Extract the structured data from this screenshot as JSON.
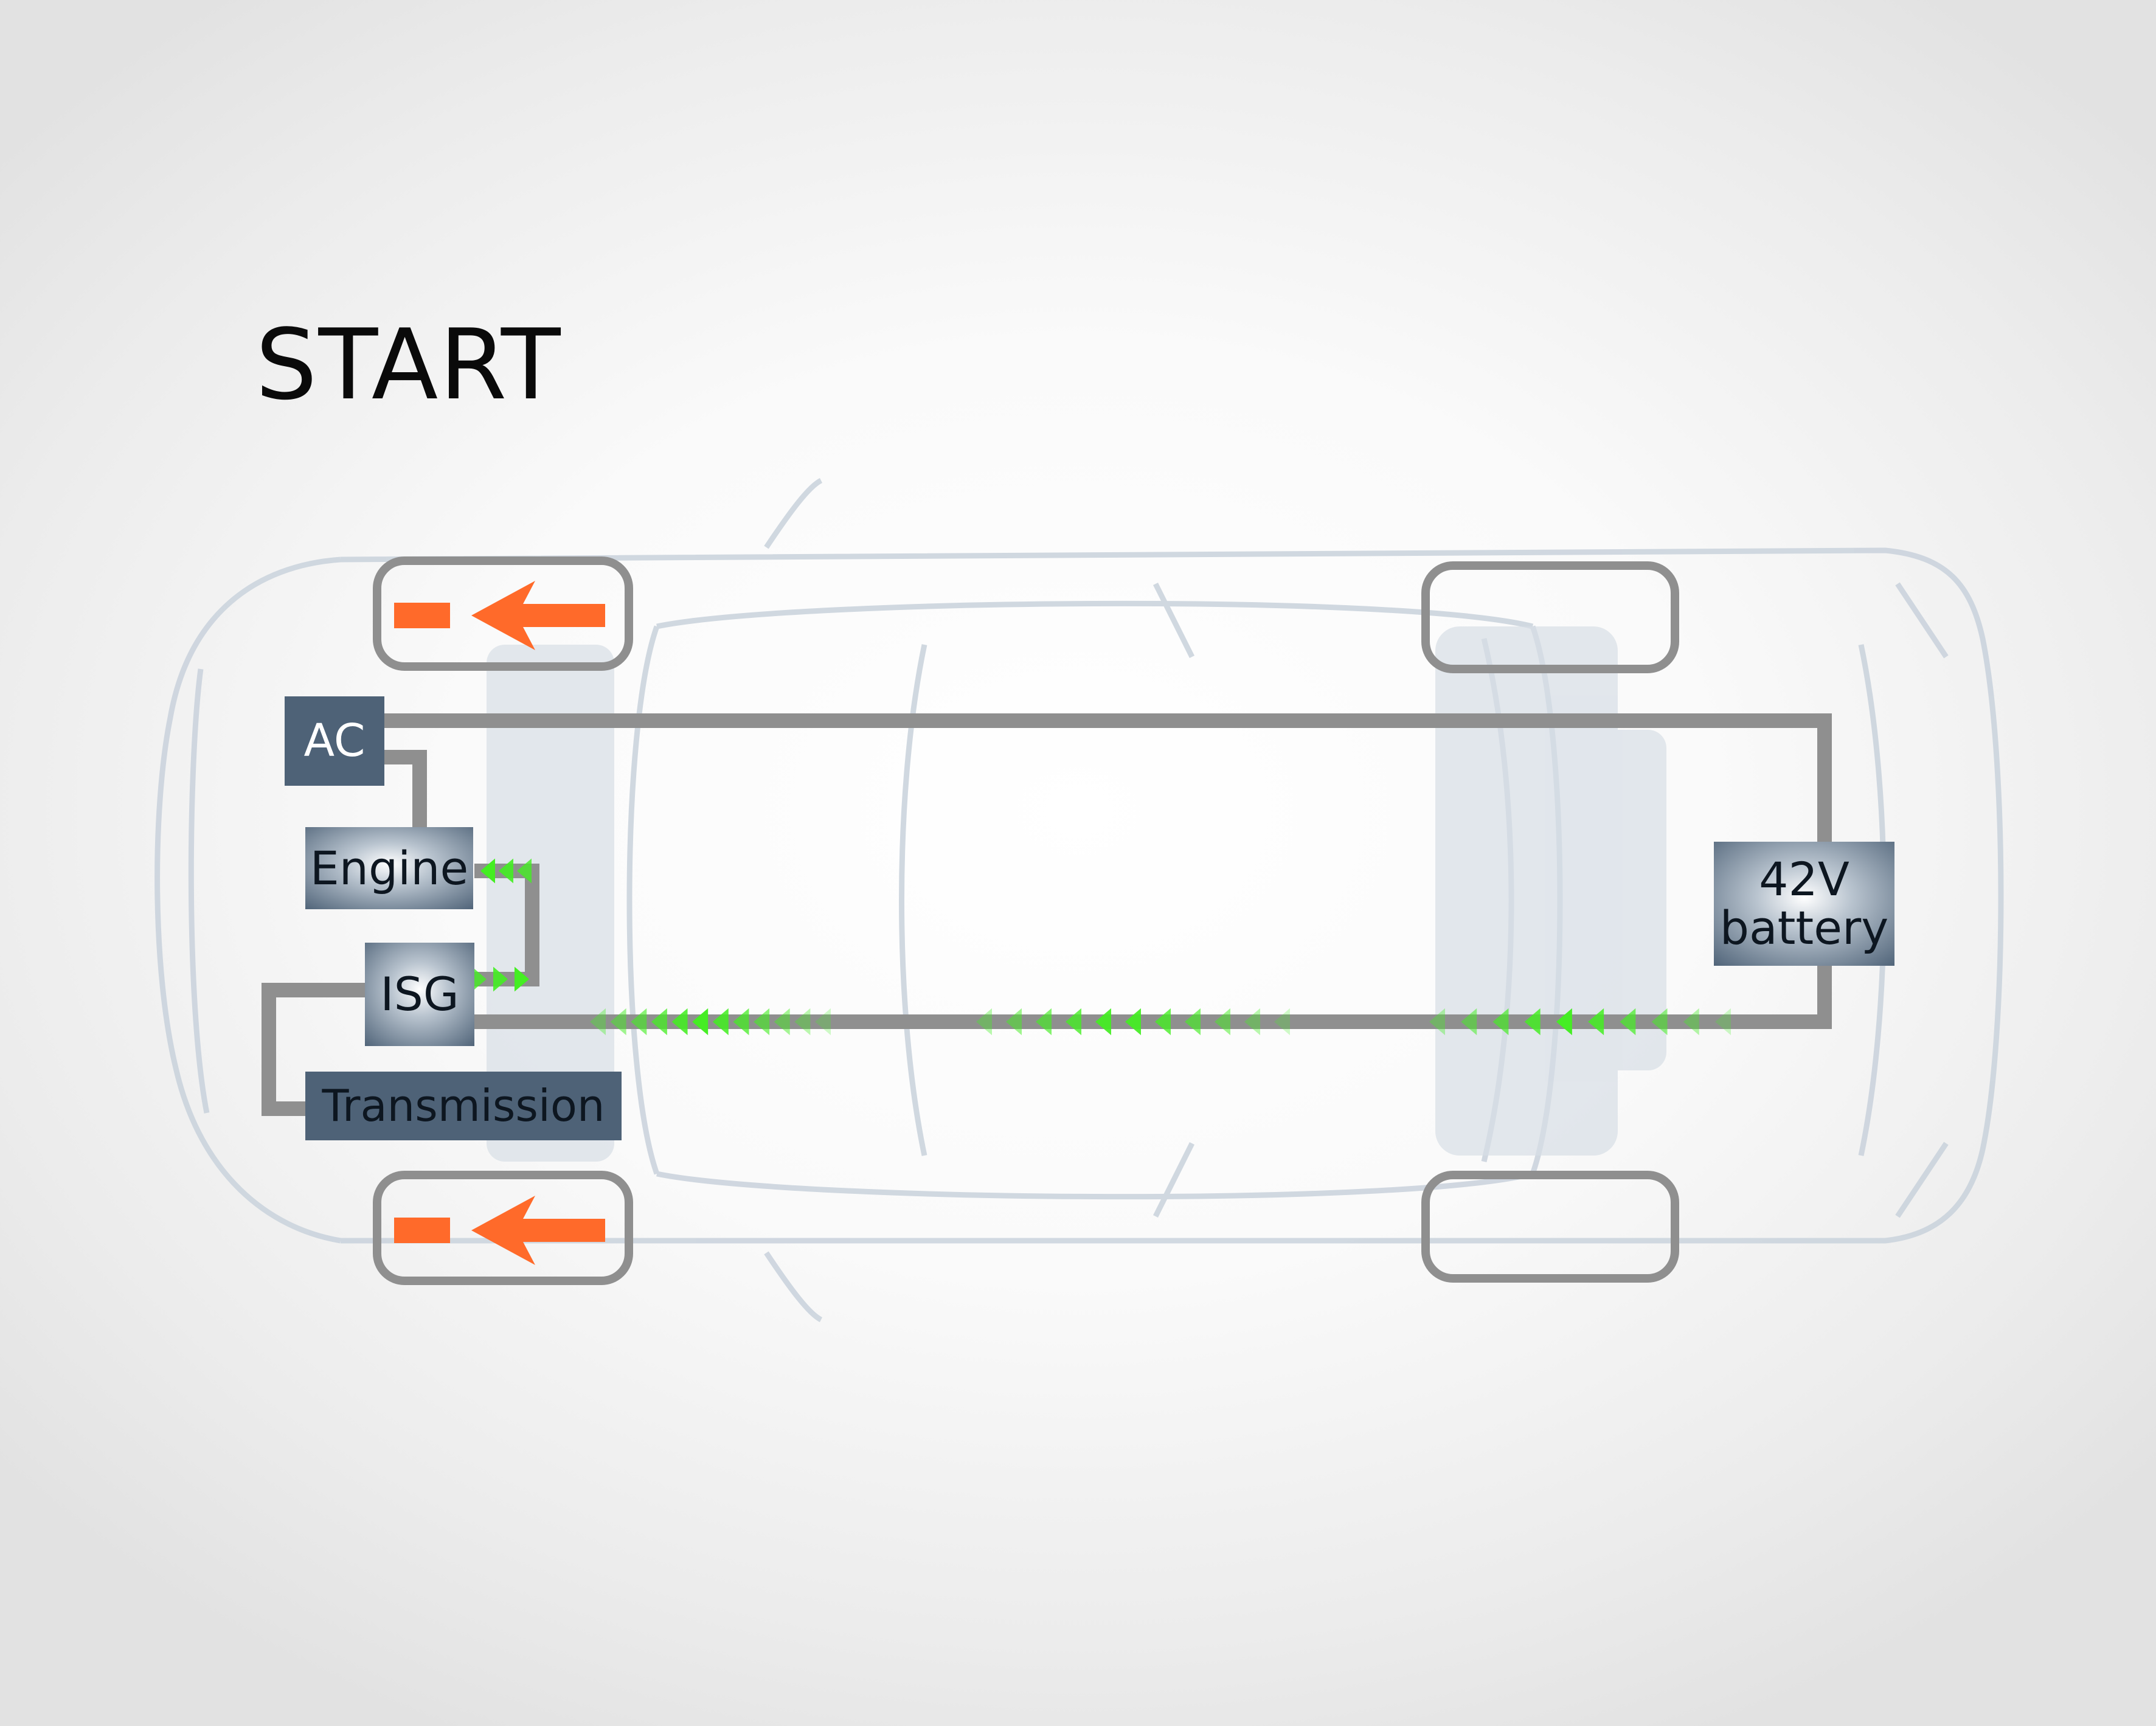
{
  "stage": {
    "title": "START"
  },
  "components": {
    "ac": "AC",
    "engine": "Engine",
    "isg": "ISG",
    "transmission": "Transmission",
    "battery_line1": "42V",
    "battery_line2": "battery"
  },
  "colors": {
    "wire": "#8f8f8f",
    "energy_arrow": "#44ee22",
    "wheel_force_arrow": "#ff6a2a",
    "component_dark": "#4e6277",
    "car_outline": "#c8d1dc"
  },
  "icons": {
    "wheel_arrow": "left-arrow-icon",
    "energy_flow": "chevron-left-icon"
  }
}
